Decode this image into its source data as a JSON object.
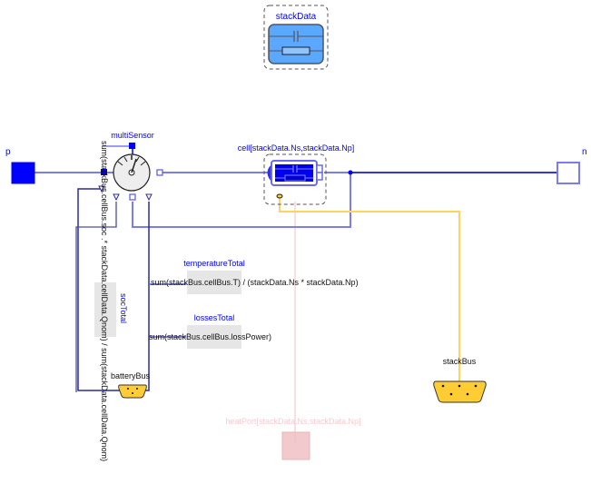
{
  "diagram": {
    "title": "Modelica battery stack diagram",
    "components": {
      "stackData": {
        "label": "stackData",
        "icon": "record-capacitor-resistor-icon"
      },
      "multiSensor": {
        "label": "multiSensor",
        "icon": "gauge-sensor-icon"
      },
      "cell": {
        "label": "cell[stackData.Ns,stackData.Np]",
        "icon": "battery-cell-icon"
      },
      "portP": {
        "label": "p",
        "icon": "positive-pin-icon"
      },
      "portN": {
        "label": "n",
        "icon": "negative-pin-icon"
      },
      "temperatureTotal": {
        "label": "temperatureTotal",
        "expression": "sum(stackBus.cellBus.T) / (stackData.Ns * stackData.Np)"
      },
      "lossesTotal": {
        "label": "lossesTotal",
        "expression": "sum(stackBus.cellBus.lossPower)"
      },
      "socTotal": {
        "label": "socTotal",
        "expression": "sum(stackBus.cellBus.soc .* stackData.cellData.Qnom) / sum(stackData.cellData.Qnom)"
      },
      "batteryBus": {
        "label": "batteryBus",
        "icon": "bus-connector-icon"
      },
      "stackBus": {
        "label": "stackBus",
        "icon": "bus-connector-icon"
      },
      "heatPort": {
        "label": "heatPort[stackData.Ns,stackData.Np]",
        "icon": "heat-port-icon"
      }
    },
    "colors": {
      "electric": "#0000ff",
      "electricLine": "#7b7bf5",
      "signalLine": "#2b2ba0",
      "bus": "#ffcc33",
      "busLine": "#ffd35c",
      "heat": "#f0c0c4",
      "label": "#0000ff",
      "block_bg": "#e6e6e6"
    }
  }
}
